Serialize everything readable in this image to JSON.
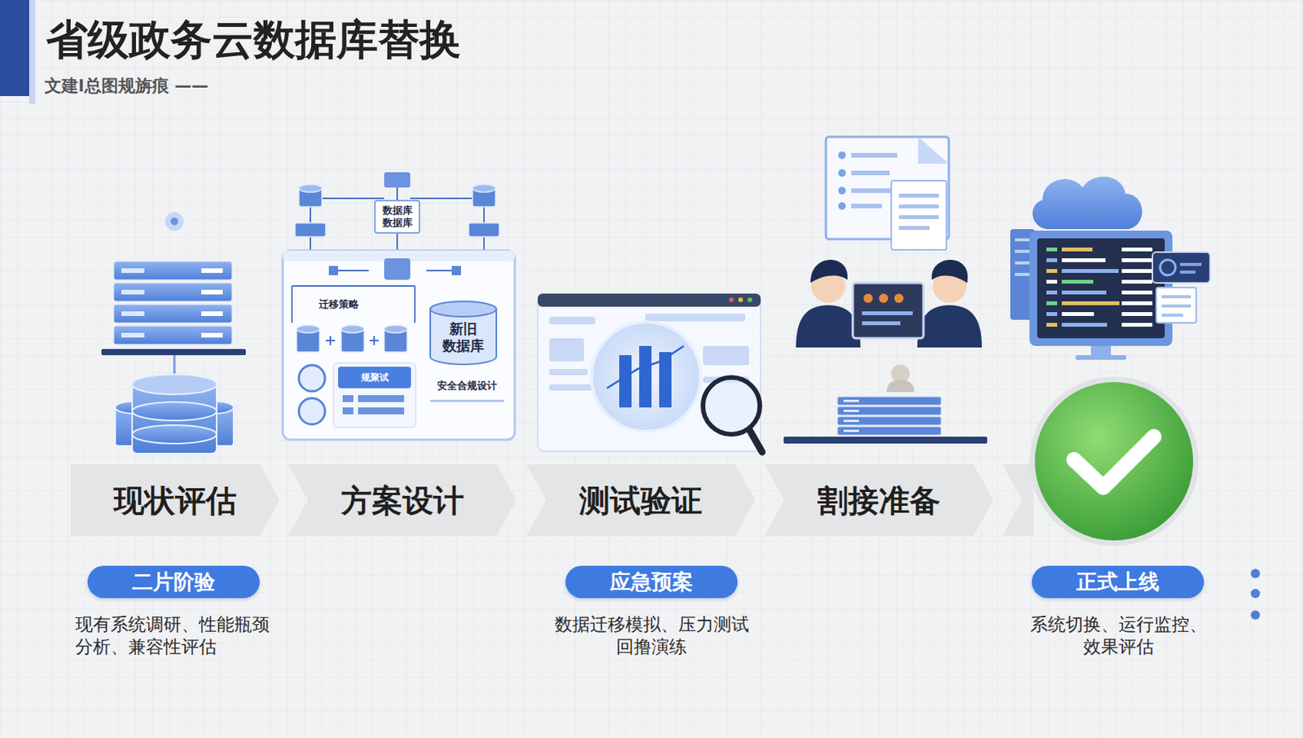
{
  "diagram": {
    "title": "省级政务云数据库替换",
    "nodes": [
      {
        "text": [
          "现状评估"
        ]
      },
      {
        "text": [
          "方案设计"
        ]
      },
      {
        "text": [
          "测试验证"
        ]
      },
      {
        "text": [
          "割接准备"
        ]
      },
      {
        "text": [
          "二片阶验"
        ]
      },
      {
        "text": [
          "应急预案"
        ]
      },
      {
        "text": [
          "正式上线"
        ]
      },
      {
        "text": [
          "数据库 数据库"
        ]
      },
      {
        "text": [
          "新旧 数据库"
        ]
      },
      {
        "text": [
          "规聚试"
        ]
      }
    ],
    "labels": [
      "文建l总图规旃痕 ——",
      "迁移策略",
      "安全合规设计",
      "现有系统调研、性能瓶颈 分析、兼容性评估",
      "数据迁移模拟、压力测试 回撸演练",
      "系统切换、运行监控、 效果评估"
    ]
  }
}
